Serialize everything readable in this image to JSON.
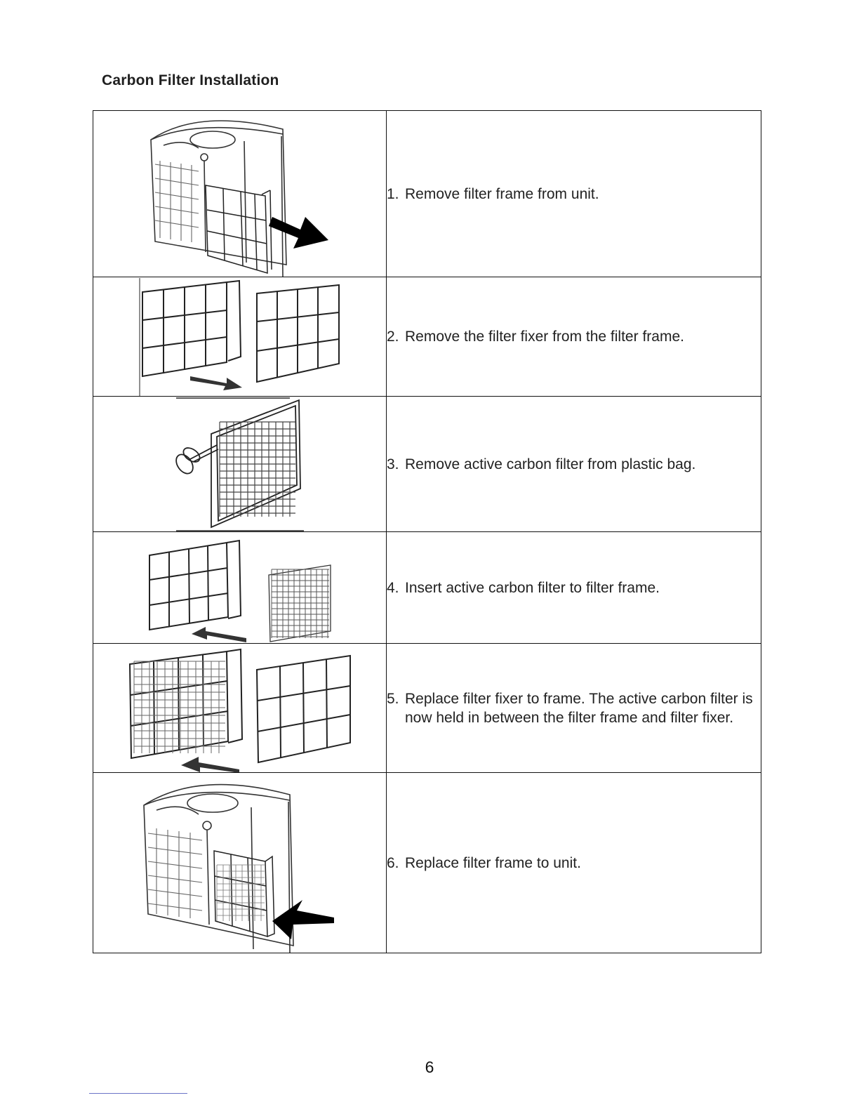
{
  "page": {
    "title": "Carbon Filter Installation",
    "page_number": "6"
  },
  "steps": [
    {
      "num": "1.",
      "text": "Remove filter frame from unit.",
      "illustration": "unit-remove-frame"
    },
    {
      "num": "2.",
      "text": "Remove the filter fixer from the filter frame.",
      "illustration": "frame-and-fixer"
    },
    {
      "num": "3.",
      "text": "Remove active carbon filter from plastic bag.",
      "illustration": "scissors-bag"
    },
    {
      "num": "4.",
      "text": "Insert active carbon filter to filter frame.",
      "illustration": "insert-carbon"
    },
    {
      "num": "5.",
      "text": "Replace filter fixer to frame. The active carbon filter is now held in between the filter frame and filter fixer.",
      "illustration": "replace-fixer"
    },
    {
      "num": "6.",
      "text": "Replace filter frame to unit.",
      "illustration": "unit-replace-frame"
    }
  ]
}
